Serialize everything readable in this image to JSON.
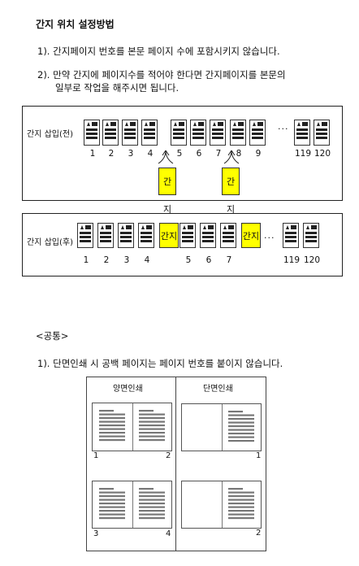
{
  "title": "간지 위치 설정방법",
  "rules": [
    {
      "num": "1).",
      "text": "간지페이지 번호를 본문 페이지 수에 포함시키지 않습니다."
    },
    {
      "num": "2).",
      "text": "만약 간지에 페이지수를 적어야 한다면 간지페이지를 본문의",
      "cont": "일부로 작업을 해주시면 됩니다."
    }
  ],
  "before": {
    "label": "간지 삽입(전)",
    "numbers": [
      "1",
      "2",
      "3",
      "4",
      "5",
      "6",
      "7",
      "8",
      "9",
      "119",
      "120"
    ],
    "ellipsis": "···",
    "insert": "간지"
  },
  "after": {
    "label": "간지 삽입(후)",
    "numbers": [
      "1",
      "2",
      "3",
      "4",
      "5",
      "6",
      "7",
      "119",
      "120"
    ],
    "ellipsis": "···",
    "insert": "간지"
  },
  "common": {
    "heading": "<공통>",
    "rule_num": "1).",
    "rule_text": "단면인쇄 시 공백 페이지는 페이지 번호를 붙이지 않습니다.",
    "duplex_label": "양면인쇄",
    "simplex_label": "단면인쇄",
    "duplex_pages": [
      "1",
      "2",
      "3",
      "4"
    ],
    "simplex_pages": [
      "1",
      "2"
    ]
  }
}
